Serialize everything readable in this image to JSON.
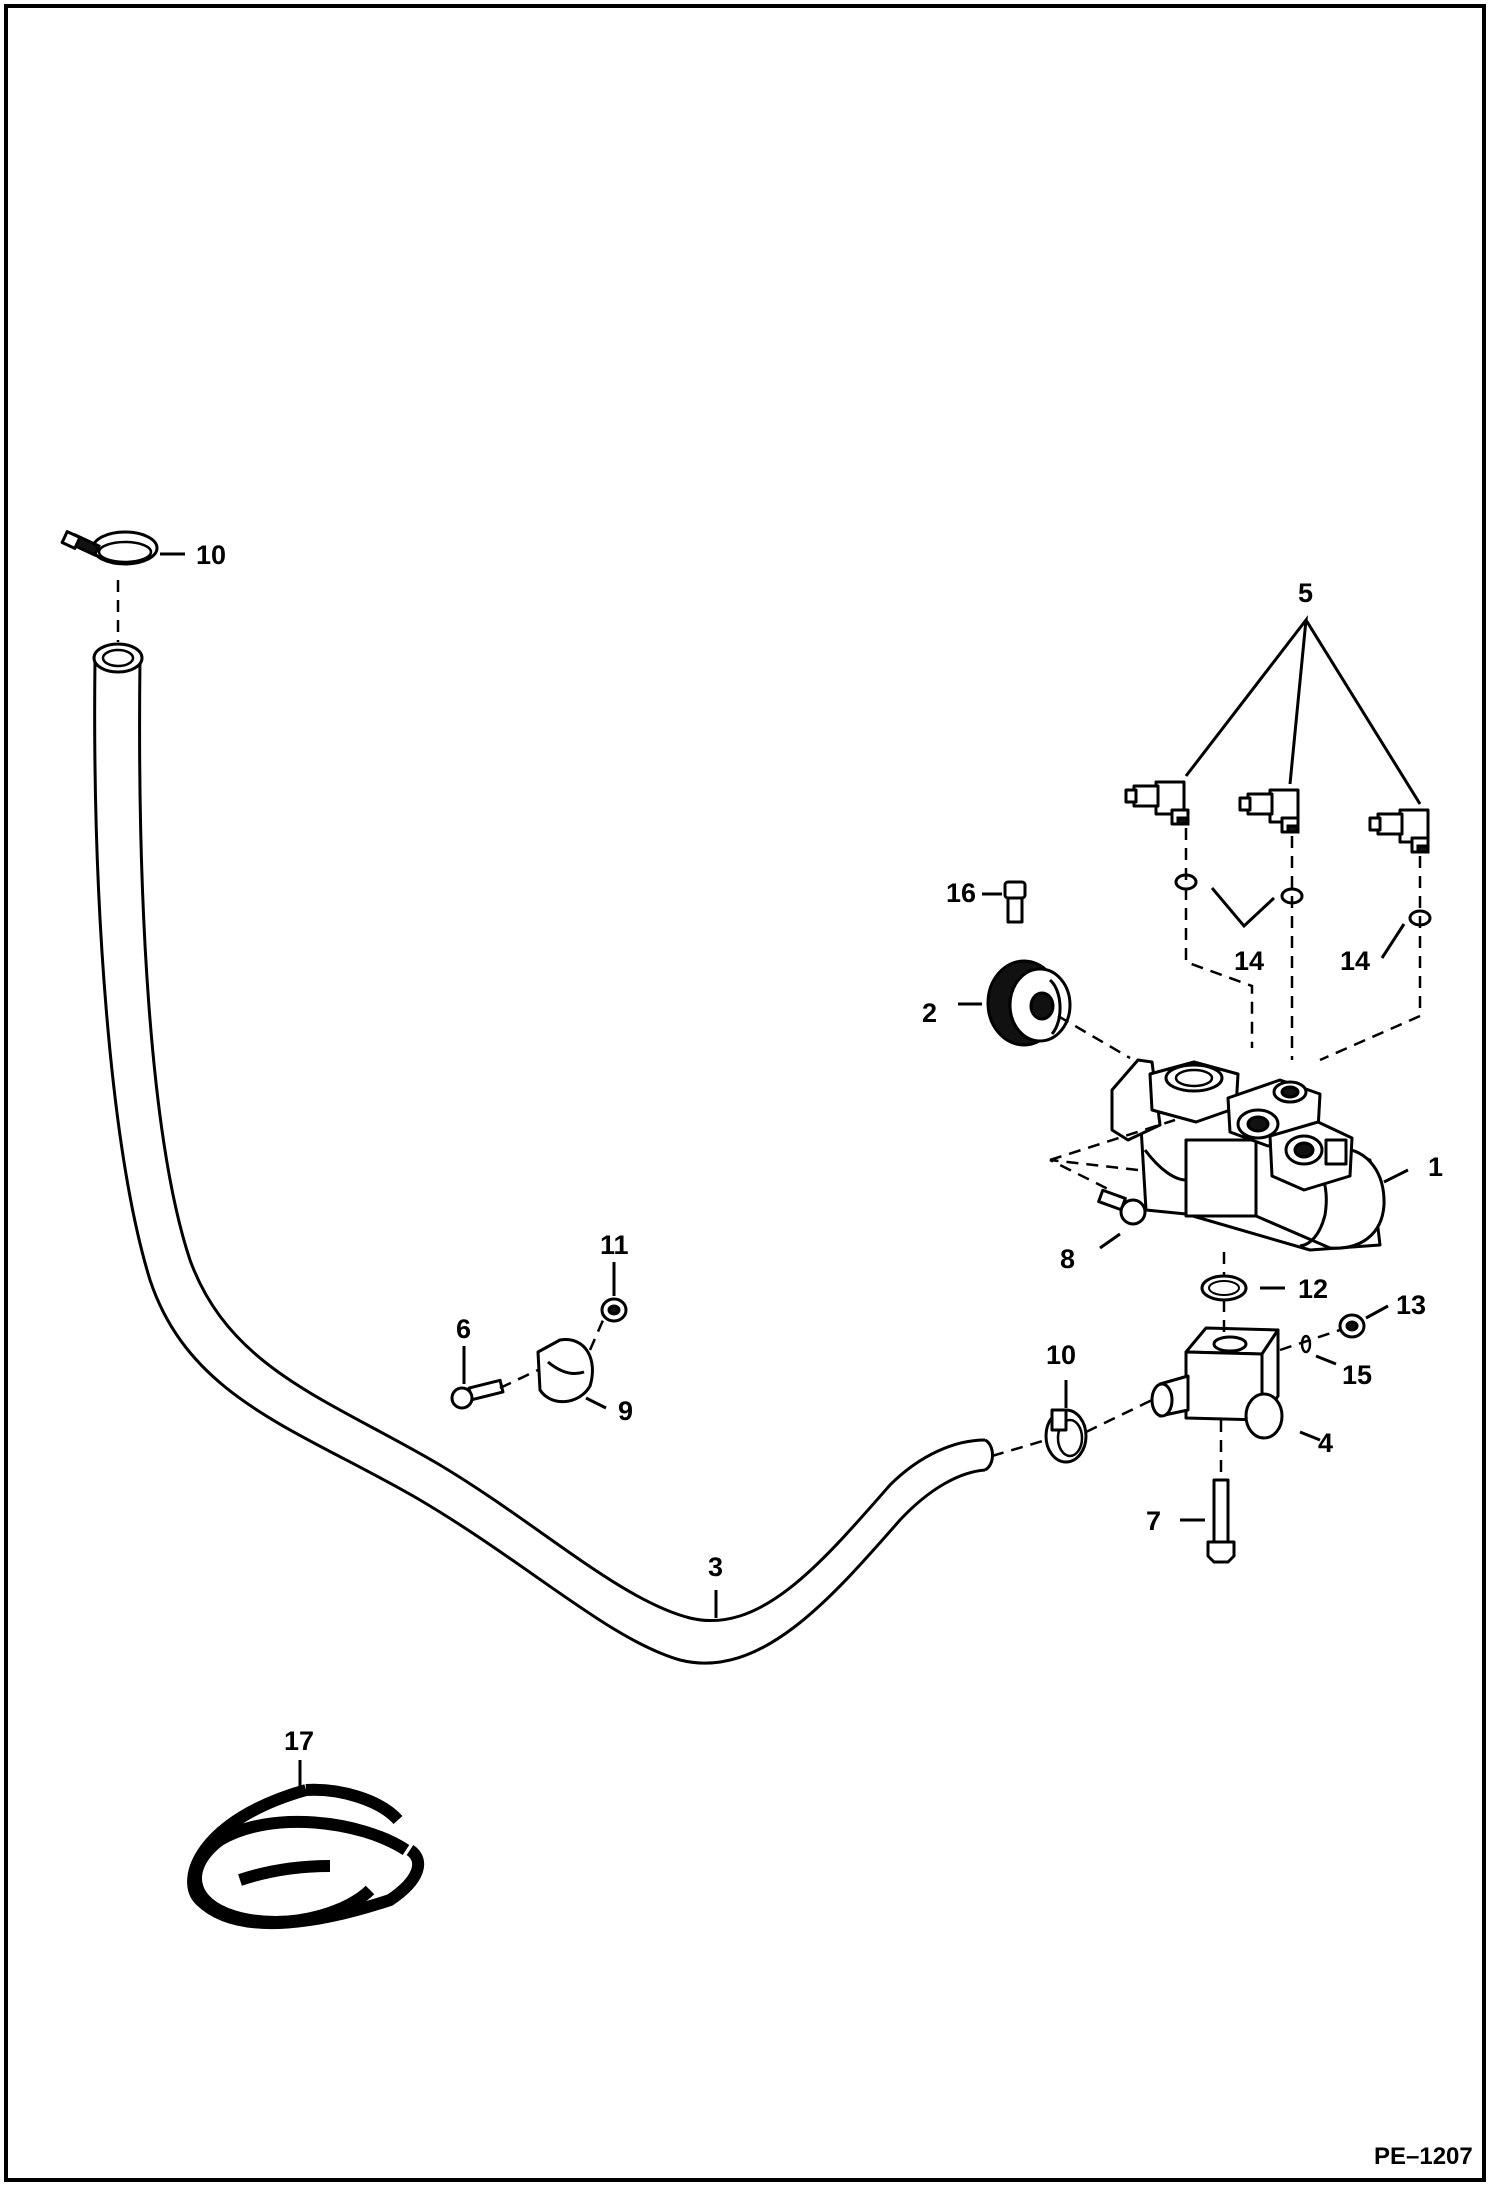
{
  "diagram": {
    "reference_code": "PE–1207",
    "callouts": [
      {
        "id": "c1",
        "label": "1"
      },
      {
        "id": "c2",
        "label": "2"
      },
      {
        "id": "c3",
        "label": "3"
      },
      {
        "id": "c4",
        "label": "4"
      },
      {
        "id": "c5",
        "label": "5"
      },
      {
        "id": "c6",
        "label": "6"
      },
      {
        "id": "c7",
        "label": "7"
      },
      {
        "id": "c8",
        "label": "8"
      },
      {
        "id": "c9",
        "label": "9"
      },
      {
        "id": "c10a",
        "label": "10"
      },
      {
        "id": "c10b",
        "label": "10"
      },
      {
        "id": "c11",
        "label": "11"
      },
      {
        "id": "c12",
        "label": "12"
      },
      {
        "id": "c13",
        "label": "13"
      },
      {
        "id": "c14a",
        "label": "14"
      },
      {
        "id": "c14b",
        "label": "14"
      },
      {
        "id": "c15",
        "label": "15"
      },
      {
        "id": "c16",
        "label": "16"
      },
      {
        "id": "c17",
        "label": "17"
      }
    ]
  }
}
